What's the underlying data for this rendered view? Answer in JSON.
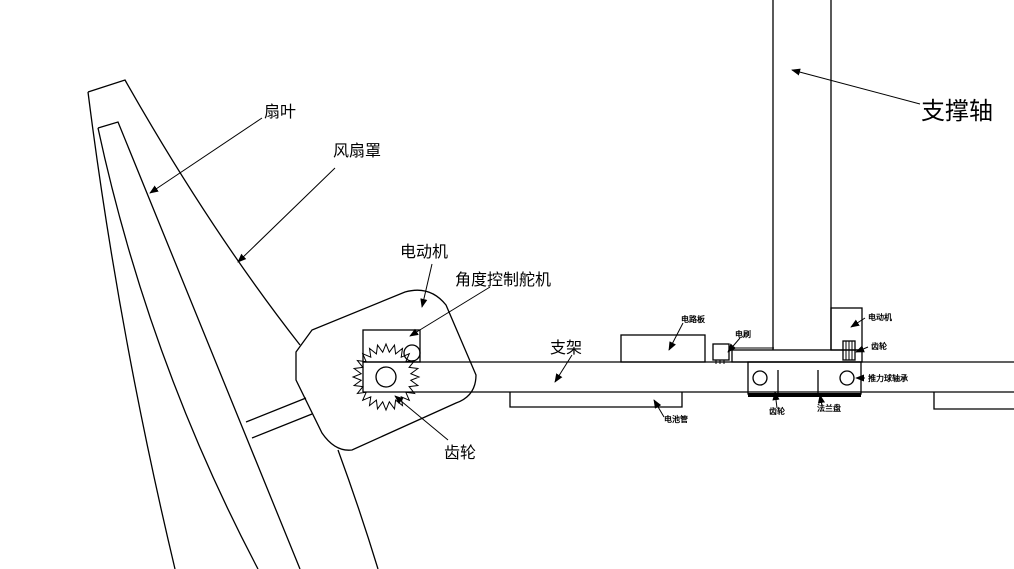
{
  "labels": {
    "fan_blade": "扇叶",
    "fan_cover": "风扇罩",
    "motor_left": "电动机",
    "servo": "角度控制舵机",
    "bracket": "支架",
    "gear_left": "齿轮",
    "support_shaft": "支撑轴",
    "circuit_board": "电路板",
    "brush": "电刷",
    "motor_right": "电动机",
    "gear_right": "齿轮",
    "thrust_bearing": "推力球轴承",
    "battery": "电池管",
    "gear_bottom": "齿轮",
    "flange": "法兰盘"
  },
  "colors": {
    "line": "#000000",
    "background": "#ffffff"
  }
}
